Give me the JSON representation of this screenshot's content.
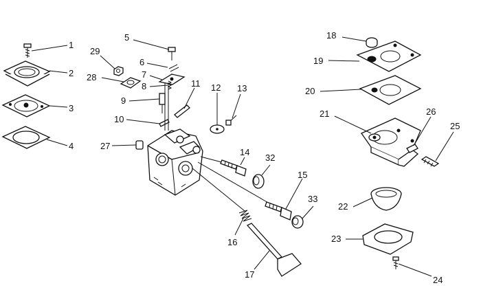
{
  "parts": [
    {
      "id": "1",
      "name": "screw"
    },
    {
      "id": "2",
      "name": "pump-cover"
    },
    {
      "id": "3",
      "name": "pump-diaphragm"
    },
    {
      "id": "4",
      "name": "pump-gasket"
    },
    {
      "id": "5",
      "name": "screw"
    },
    {
      "id": "6",
      "name": "pin"
    },
    {
      "id": "7",
      "name": "lever"
    },
    {
      "id": "8",
      "name": "spring"
    },
    {
      "id": "9",
      "name": "needle"
    },
    {
      "id": "10",
      "name": "clip"
    },
    {
      "id": "11",
      "name": "shaft"
    },
    {
      "id": "12",
      "name": "throttle-plate"
    },
    {
      "id": "13",
      "name": "screw"
    },
    {
      "id": "14",
      "name": "adjusting-needle"
    },
    {
      "id": "15",
      "name": "adjusting-needle"
    },
    {
      "id": "16",
      "name": "spring"
    },
    {
      "id": "17",
      "name": "choke-shaft"
    },
    {
      "id": "18",
      "name": "plug"
    },
    {
      "id": "19",
      "name": "gasket"
    },
    {
      "id": "20",
      "name": "diaphragm"
    },
    {
      "id": "21",
      "name": "metering-cover"
    },
    {
      "id": "22",
      "name": "primer-bulb"
    },
    {
      "id": "23",
      "name": "bulb-retainer"
    },
    {
      "id": "24",
      "name": "screw"
    },
    {
      "id": "25",
      "name": "screw"
    },
    {
      "id": "26",
      "name": "plate"
    },
    {
      "id": "27",
      "name": "plug"
    },
    {
      "id": "28",
      "name": "bracket"
    },
    {
      "id": "29",
      "name": "nut"
    },
    {
      "id": "32",
      "name": "limiter-cap"
    },
    {
      "id": "33",
      "name": "limiter-cap"
    }
  ],
  "icons": {
    "labels": "callout-number",
    "parts": "exploded-view-part"
  }
}
